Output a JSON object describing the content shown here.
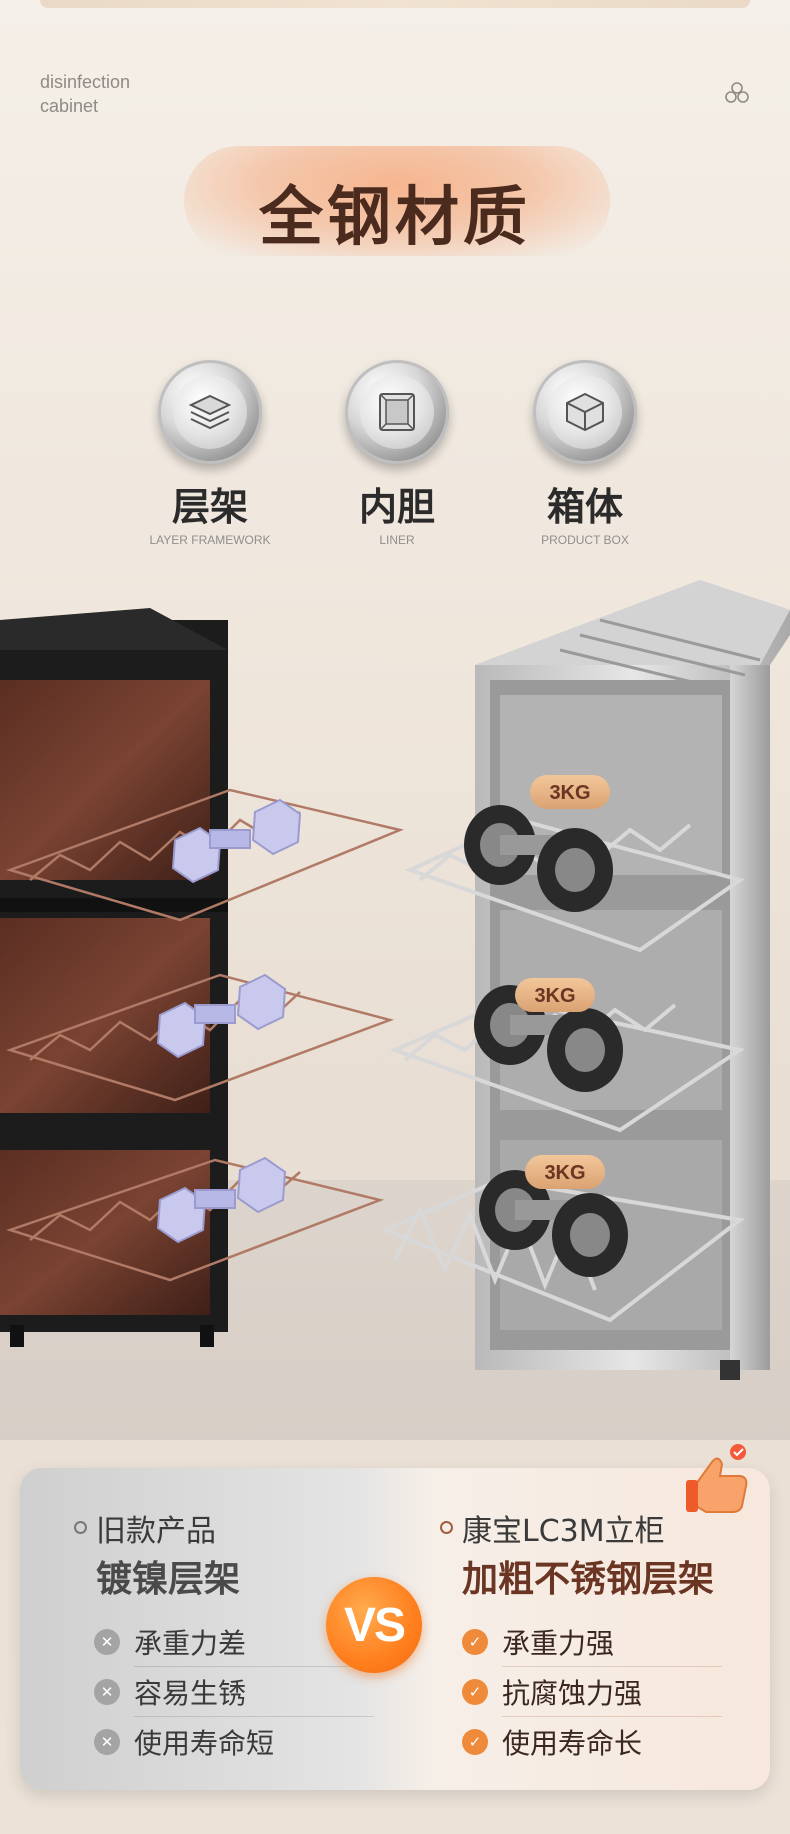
{
  "brand": {
    "line1": "disinfection",
    "line2": "cabinet"
  },
  "title": "全钢材质",
  "features": [
    {
      "cn": "层架",
      "en": "LAYER FRAMEWORK",
      "icon": "layers-icon"
    },
    {
      "cn": "内胆",
      "en": "LINER",
      "icon": "liner-icon"
    },
    {
      "cn": "箱体",
      "en": "PRODUCT BOX",
      "icon": "box-icon"
    }
  ],
  "weights": [
    "3KG",
    "3KG",
    "3KG"
  ],
  "comparison": {
    "old": {
      "subtitle": "旧款产品",
      "heading": "镀镍层架",
      "points": [
        "承重力差",
        "容易生锈",
        "使用寿命短"
      ]
    },
    "vs": "VS",
    "new": {
      "subtitle": "康宝LC3M立柜",
      "heading": "加粗不锈钢层架",
      "points": [
        "承重力强",
        "抗腐蚀力强",
        "使用寿命长"
      ]
    }
  },
  "colors": {
    "accent": "#ef8a3a",
    "title": "#4b2b1e",
    "vs": "#ff7f1e"
  }
}
